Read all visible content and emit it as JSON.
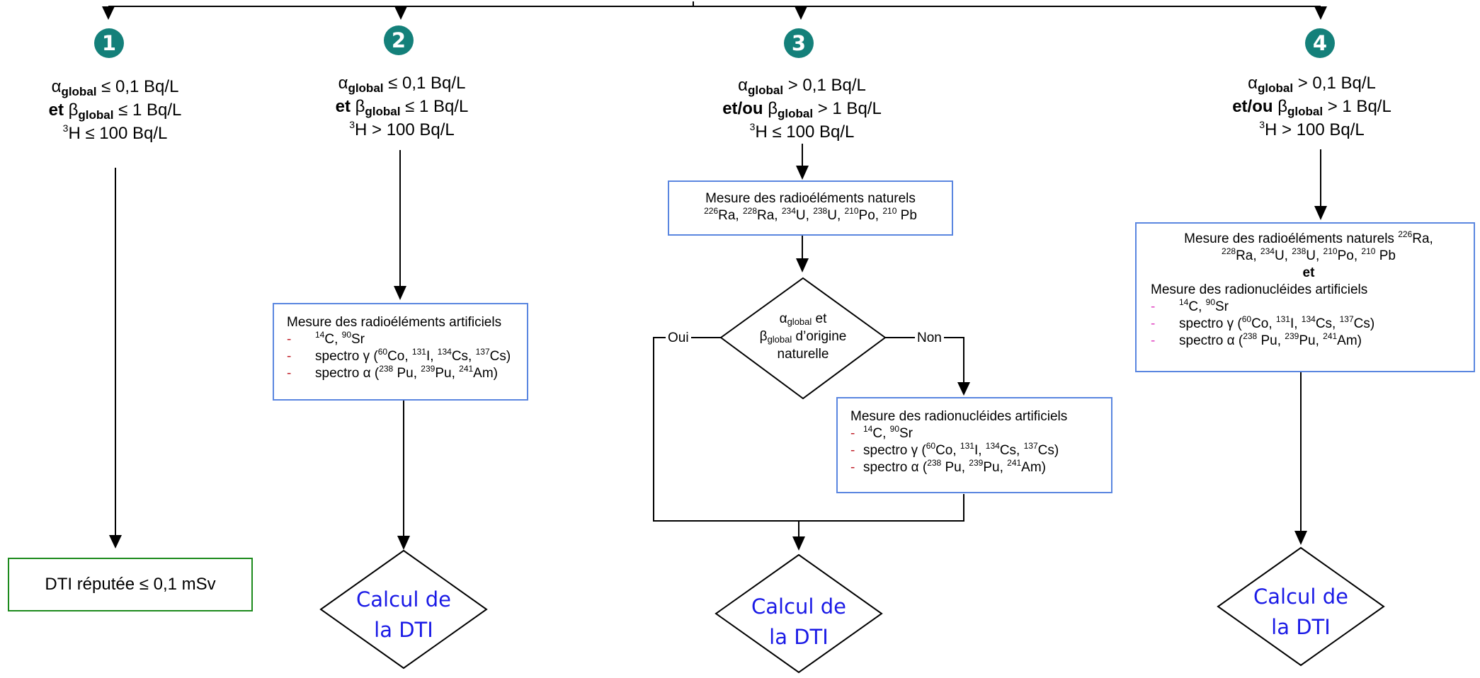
{
  "badges": [
    "1",
    "2",
    "3",
    "4"
  ],
  "col1": {
    "alpha": "α",
    "global": "global",
    "alpha_cond": "≤ 0,1 Bq/L",
    "et": "et",
    "beta": "β",
    "beta_cond": "≤ 1 Bq/L",
    "h3_sup": "3",
    "h3": "H ≤ 100 Bq/L",
    "result": "DTI réputée ≤ 0,1 mSv"
  },
  "col2": {
    "alpha": "α",
    "global": "global",
    "alpha_cond": "≤ 0,1 Bq/L",
    "et": "et",
    "beta": "β",
    "beta_cond": "≤ 1 Bq/L",
    "h3_sup": "3",
    "h3": "H > 100 Bq/L",
    "box_title": "Mesure des radioéléments artificiels",
    "bullet": "-",
    "item1": [
      "14",
      "C, ",
      "90",
      "Sr"
    ],
    "item2": [
      "spectro γ (",
      "60",
      "Co, ",
      "131",
      "I, ",
      "134",
      "Cs, ",
      "137",
      "Cs)"
    ],
    "item3": [
      "spectro α (",
      "238",
      " Pu, ",
      "239",
      "Pu, ",
      "241",
      "Am)"
    ],
    "calc_line1": "Calcul de",
    "calc_line2": "la DTI"
  },
  "col3": {
    "alpha": "α",
    "global": "global",
    "alpha_cond": "> 0,1 Bq/L",
    "etou": "et/ou",
    "beta": "β",
    "beta_cond": "> 1 Bq/L",
    "h3_sup": "3",
    "h3": "H ≤ 100 Bq/L",
    "box1_title": "Mesure des radioéléments naturels",
    "box1_line": [
      "226",
      "Ra, ",
      "228",
      "Ra, ",
      "234",
      "U, ",
      "238",
      "U, ",
      "210",
      "Po, ",
      "210",
      " Pb"
    ],
    "decision_alpha": "α",
    "decision_global": "global",
    "decision_et": " et",
    "decision_beta": "β",
    "decision_global2": "global",
    "decision_origin": " d’origine",
    "decision_line3": "naturelle",
    "yes": "Oui",
    "no": "Non",
    "box2_title": "Mesure des radionucléides artificiels",
    "bullet": "-",
    "item1": [
      "14",
      "C, ",
      "90",
      "Sr"
    ],
    "item2": [
      "spectro γ (",
      "60",
      "Co, ",
      "131",
      "I, ",
      "134",
      "Cs, ",
      "137",
      "Cs)"
    ],
    "item3": [
      "spectro α (",
      "238",
      " Pu, ",
      "239",
      "Pu, ",
      "241",
      "Am)"
    ],
    "calc_line1": "Calcul de",
    "calc_line2": "la DTI"
  },
  "col4": {
    "alpha": "α",
    "global": "global",
    "alpha_cond": "> 0,1 Bq/L",
    "etou": "et/ou",
    "beta": "β",
    "beta_cond": "> 1 Bq/L",
    "h3_sup": "3",
    "h3": "H > 100 Bq/L",
    "box_line1": "Mesure des radioéléments naturels ",
    "box_line1_sup": "226",
    "box_line1_end": "Ra,",
    "box_line2": [
      "228",
      "Ra, ",
      "234",
      "U, ",
      "238",
      "U, ",
      "210",
      "Po, ",
      "210",
      " Pb"
    ],
    "box_et": "et",
    "box_title2": "Mesure des radionucléides artificiels",
    "bullet": "-",
    "item1": [
      "14",
      "C, ",
      "90",
      "Sr"
    ],
    "item2": [
      "spectro γ (",
      "60",
      "Co, ",
      "131",
      "I, ",
      "134",
      "Cs, ",
      "137",
      "Cs)"
    ],
    "item3": [
      "spectro α (",
      "238",
      " Pu, ",
      "239",
      "Pu, ",
      "241",
      "Am)"
    ],
    "calc_line1": "Calcul de",
    "calc_line2": "la DTI"
  },
  "colors": {
    "badge": "#14807a",
    "box_border": "#5a86e0",
    "result_border": "#1c8a1c",
    "calc_text": "#1a1ae6"
  }
}
